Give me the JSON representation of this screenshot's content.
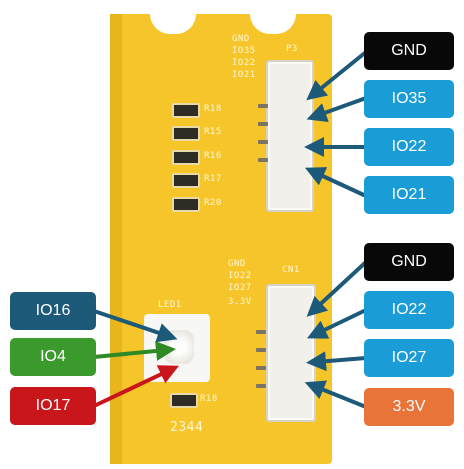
{
  "colors": {
    "gnd": "#080808",
    "gpio_right": "#1a9cd6",
    "io16": "#1d5a7a",
    "io4": "#3a9a2c",
    "io17": "#c9161b",
    "power": "#e9743a",
    "arrow_blue": "#1d5a7a",
    "arrow_green": "#2f8a25",
    "arrow_red": "#c9161b",
    "board": "#f5c52a"
  },
  "labels": {
    "p3_gnd": "GND",
    "p3_io35": "IO35",
    "p3_io22": "IO22",
    "p3_io21": "IO21",
    "cn1_gnd": "GND",
    "cn1_io22": "IO22",
    "cn1_io27": "IO27",
    "cn1_33v": "3.3V",
    "led_io16": "IO16",
    "led_io4": "IO4",
    "led_io17": "IO17"
  },
  "silkscreen": {
    "p3_pins": [
      "GND",
      "IO35",
      "IO22",
      "IO21"
    ],
    "p3_name": "P3",
    "cn1_pins": [
      "GND",
      "IO22",
      "IO27",
      "3.3V"
    ],
    "cn1_name": "CN1",
    "resistors": [
      "R18",
      "R15",
      "R16",
      "R17",
      "R20"
    ],
    "led_name": "LED1",
    "r18": "R18",
    "bottom": "2344"
  }
}
